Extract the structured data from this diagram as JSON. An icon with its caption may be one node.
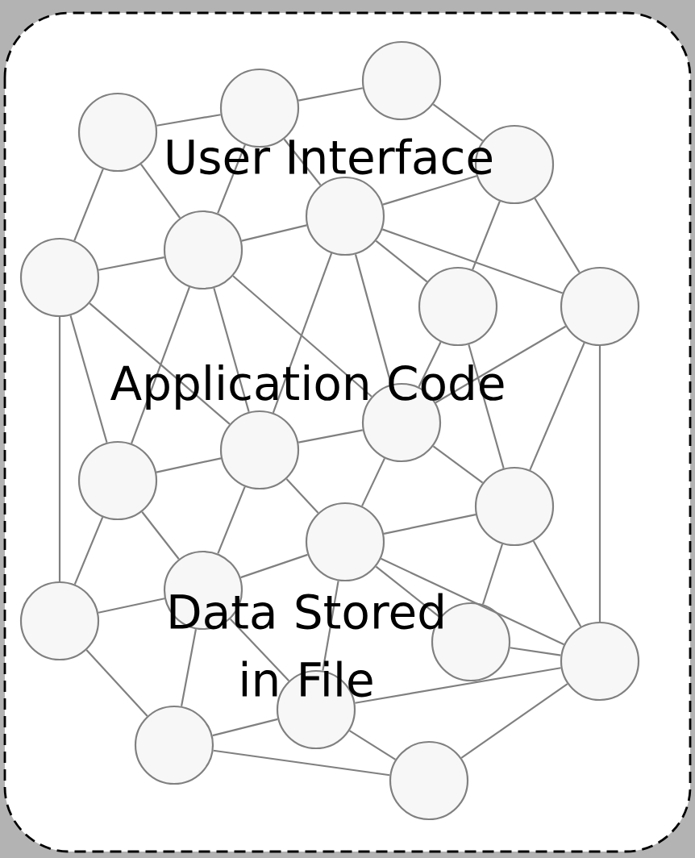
{
  "diagram": {
    "nodes": [
      {
        "text": [],
        "shape": "circle"
      },
      {
        "text": [],
        "shape": "circle"
      },
      {
        "text": [],
        "shape": "circle"
      },
      {
        "text": [],
        "shape": "circle"
      },
      {
        "text": [],
        "shape": "circle"
      },
      {
        "text": [],
        "shape": "circle"
      },
      {
        "text": [],
        "shape": "circle"
      },
      {
        "text": [],
        "shape": "circle"
      },
      {
        "text": [],
        "shape": "circle"
      },
      {
        "text": [],
        "shape": "circle"
      },
      {
        "text": [],
        "shape": "circle"
      },
      {
        "text": [],
        "shape": "circle"
      },
      {
        "text": [],
        "shape": "circle"
      },
      {
        "text": [],
        "shape": "circle"
      },
      {
        "text": [],
        "shape": "circle"
      },
      {
        "text": [],
        "shape": "circle"
      },
      {
        "text": [],
        "shape": "circle"
      },
      {
        "text": [],
        "shape": "circle"
      },
      {
        "text": [],
        "shape": "circle"
      },
      {
        "text": [],
        "shape": "circle"
      },
      {
        "text": [],
        "shape": "circle"
      }
    ],
    "edges": [
      {
        "from": 0,
        "to": 1,
        "arrow": "none"
      },
      {
        "from": 1,
        "to": 2,
        "arrow": "none"
      },
      {
        "from": 2,
        "to": 3,
        "arrow": "none"
      },
      {
        "from": 0,
        "to": 6,
        "arrow": "none"
      },
      {
        "from": 0,
        "to": 5,
        "arrow": "none"
      },
      {
        "from": 1,
        "to": 5,
        "arrow": "none"
      },
      {
        "from": 1,
        "to": 4,
        "arrow": "none"
      },
      {
        "from": 4,
        "to": 3,
        "arrow": "none"
      },
      {
        "from": 5,
        "to": 4,
        "arrow": "none"
      },
      {
        "from": 6,
        "to": 5,
        "arrow": "none"
      },
      {
        "from": 3,
        "to": 7,
        "arrow": "none"
      },
      {
        "from": 3,
        "to": 8,
        "arrow": "none"
      },
      {
        "from": 4,
        "to": 7,
        "arrow": "none"
      },
      {
        "from": 4,
        "to": 8,
        "arrow": "none"
      },
      {
        "from": 6,
        "to": 15,
        "arrow": "none"
      },
      {
        "from": 6,
        "to": 11,
        "arrow": "none"
      },
      {
        "from": 6,
        "to": 10,
        "arrow": "none"
      },
      {
        "from": 5,
        "to": 10,
        "arrow": "none"
      },
      {
        "from": 5,
        "to": 11,
        "arrow": "none"
      },
      {
        "from": 5,
        "to": 9,
        "arrow": "none"
      },
      {
        "from": 4,
        "to": 10,
        "arrow": "none"
      },
      {
        "from": 4,
        "to": 9,
        "arrow": "none"
      },
      {
        "from": 7,
        "to": 12,
        "arrow": "none"
      },
      {
        "from": 7,
        "to": 9,
        "arrow": "none"
      },
      {
        "from": 8,
        "to": 9,
        "arrow": "none"
      },
      {
        "from": 8,
        "to": 12,
        "arrow": "none"
      },
      {
        "from": 8,
        "to": 17,
        "arrow": "none"
      },
      {
        "from": 11,
        "to": 10,
        "arrow": "none"
      },
      {
        "from": 10,
        "to": 9,
        "arrow": "none"
      },
      {
        "from": 9,
        "to": 12,
        "arrow": "none"
      },
      {
        "from": 9,
        "to": 13,
        "arrow": "none"
      },
      {
        "from": 10,
        "to": 13,
        "arrow": "none"
      },
      {
        "from": 10,
        "to": 14,
        "arrow": "none"
      },
      {
        "from": 11,
        "to": 14,
        "arrow": "none"
      },
      {
        "from": 11,
        "to": 15,
        "arrow": "none"
      },
      {
        "from": 12,
        "to": 13,
        "arrow": "none"
      },
      {
        "from": 12,
        "to": 17,
        "arrow": "none"
      },
      {
        "from": 12,
        "to": 16,
        "arrow": "none"
      },
      {
        "from": 15,
        "to": 14,
        "arrow": "none"
      },
      {
        "from": 15,
        "to": 18,
        "arrow": "none"
      },
      {
        "from": 14,
        "to": 13,
        "arrow": "none"
      },
      {
        "from": 14,
        "to": 18,
        "arrow": "none"
      },
      {
        "from": 14,
        "to": 19,
        "arrow": "none"
      },
      {
        "from": 13,
        "to": 19,
        "arrow": "none"
      },
      {
        "from": 13,
        "to": 16,
        "arrow": "none"
      },
      {
        "from": 13,
        "to": 17,
        "arrow": "none"
      },
      {
        "from": 16,
        "to": 17,
        "arrow": "none"
      },
      {
        "from": 19,
        "to": 17,
        "arrow": "none"
      },
      {
        "from": 18,
        "to": 19,
        "arrow": "none"
      },
      {
        "from": 19,
        "to": 20,
        "arrow": "none"
      },
      {
        "from": 20,
        "to": 17,
        "arrow": "none"
      },
      {
        "from": 18,
        "to": 20,
        "arrow": "none"
      }
    ],
    "labels": [
      "User Interface",
      "Application Code",
      "Data Stored in File"
    ]
  }
}
